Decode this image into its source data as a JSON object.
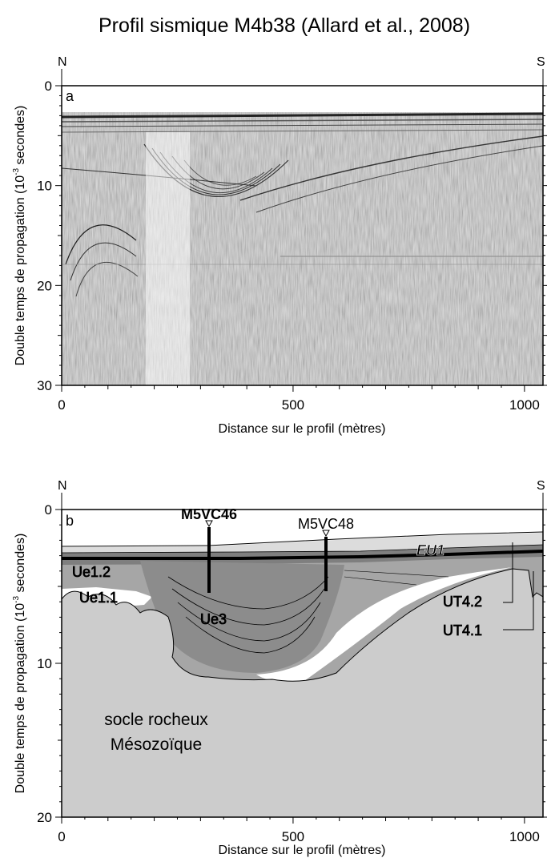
{
  "title": "Profil sismique M4b38 (Allard et al., 2008)",
  "panel_a": {
    "letter": "a",
    "compass_left": "N",
    "compass_right": "S",
    "ylabel_main": "Double temps de propagation (10",
    "ylabel_exp": "-3",
    "ylabel_end": " secondes)",
    "xlabel": "Distance sur le profil (mètres)",
    "yticks": [
      "0",
      "10",
      "20",
      "30"
    ],
    "xticks": [
      "0",
      "500",
      "1000"
    ]
  },
  "panel_b": {
    "letter": "b",
    "compass_left": "N",
    "compass_right": "S",
    "ylabel_main": "Double temps de propagation (10",
    "ylabel_exp": "-3",
    "ylabel_end": " secondes)",
    "xlabel": "Distance sur le profil (mètres)",
    "yticks": [
      "0",
      "10",
      "20"
    ],
    "xticks": [
      "0",
      "500",
      "1000"
    ],
    "cores": [
      {
        "label": "M5VC46",
        "bold": true
      },
      {
        "label": "M5VC48",
        "bold": false
      }
    ],
    "units": {
      "eu1": "EU1",
      "ue12": "Ue1.2",
      "ue11": "Ue1.1",
      "ue3": "Ue3",
      "ut42": "UT4.2",
      "ut41": "UT4.1"
    },
    "bedrock_line1": "socle rocheux",
    "bedrock_line2": "Mésozoïque"
  },
  "colors": {
    "bedrock": "#cccccc",
    "dark_unit": "#7f7f7f",
    "mid_unit": "#a6a6a6",
    "light_unit": "#dcdcdc",
    "white_unit": "#ffffff"
  }
}
